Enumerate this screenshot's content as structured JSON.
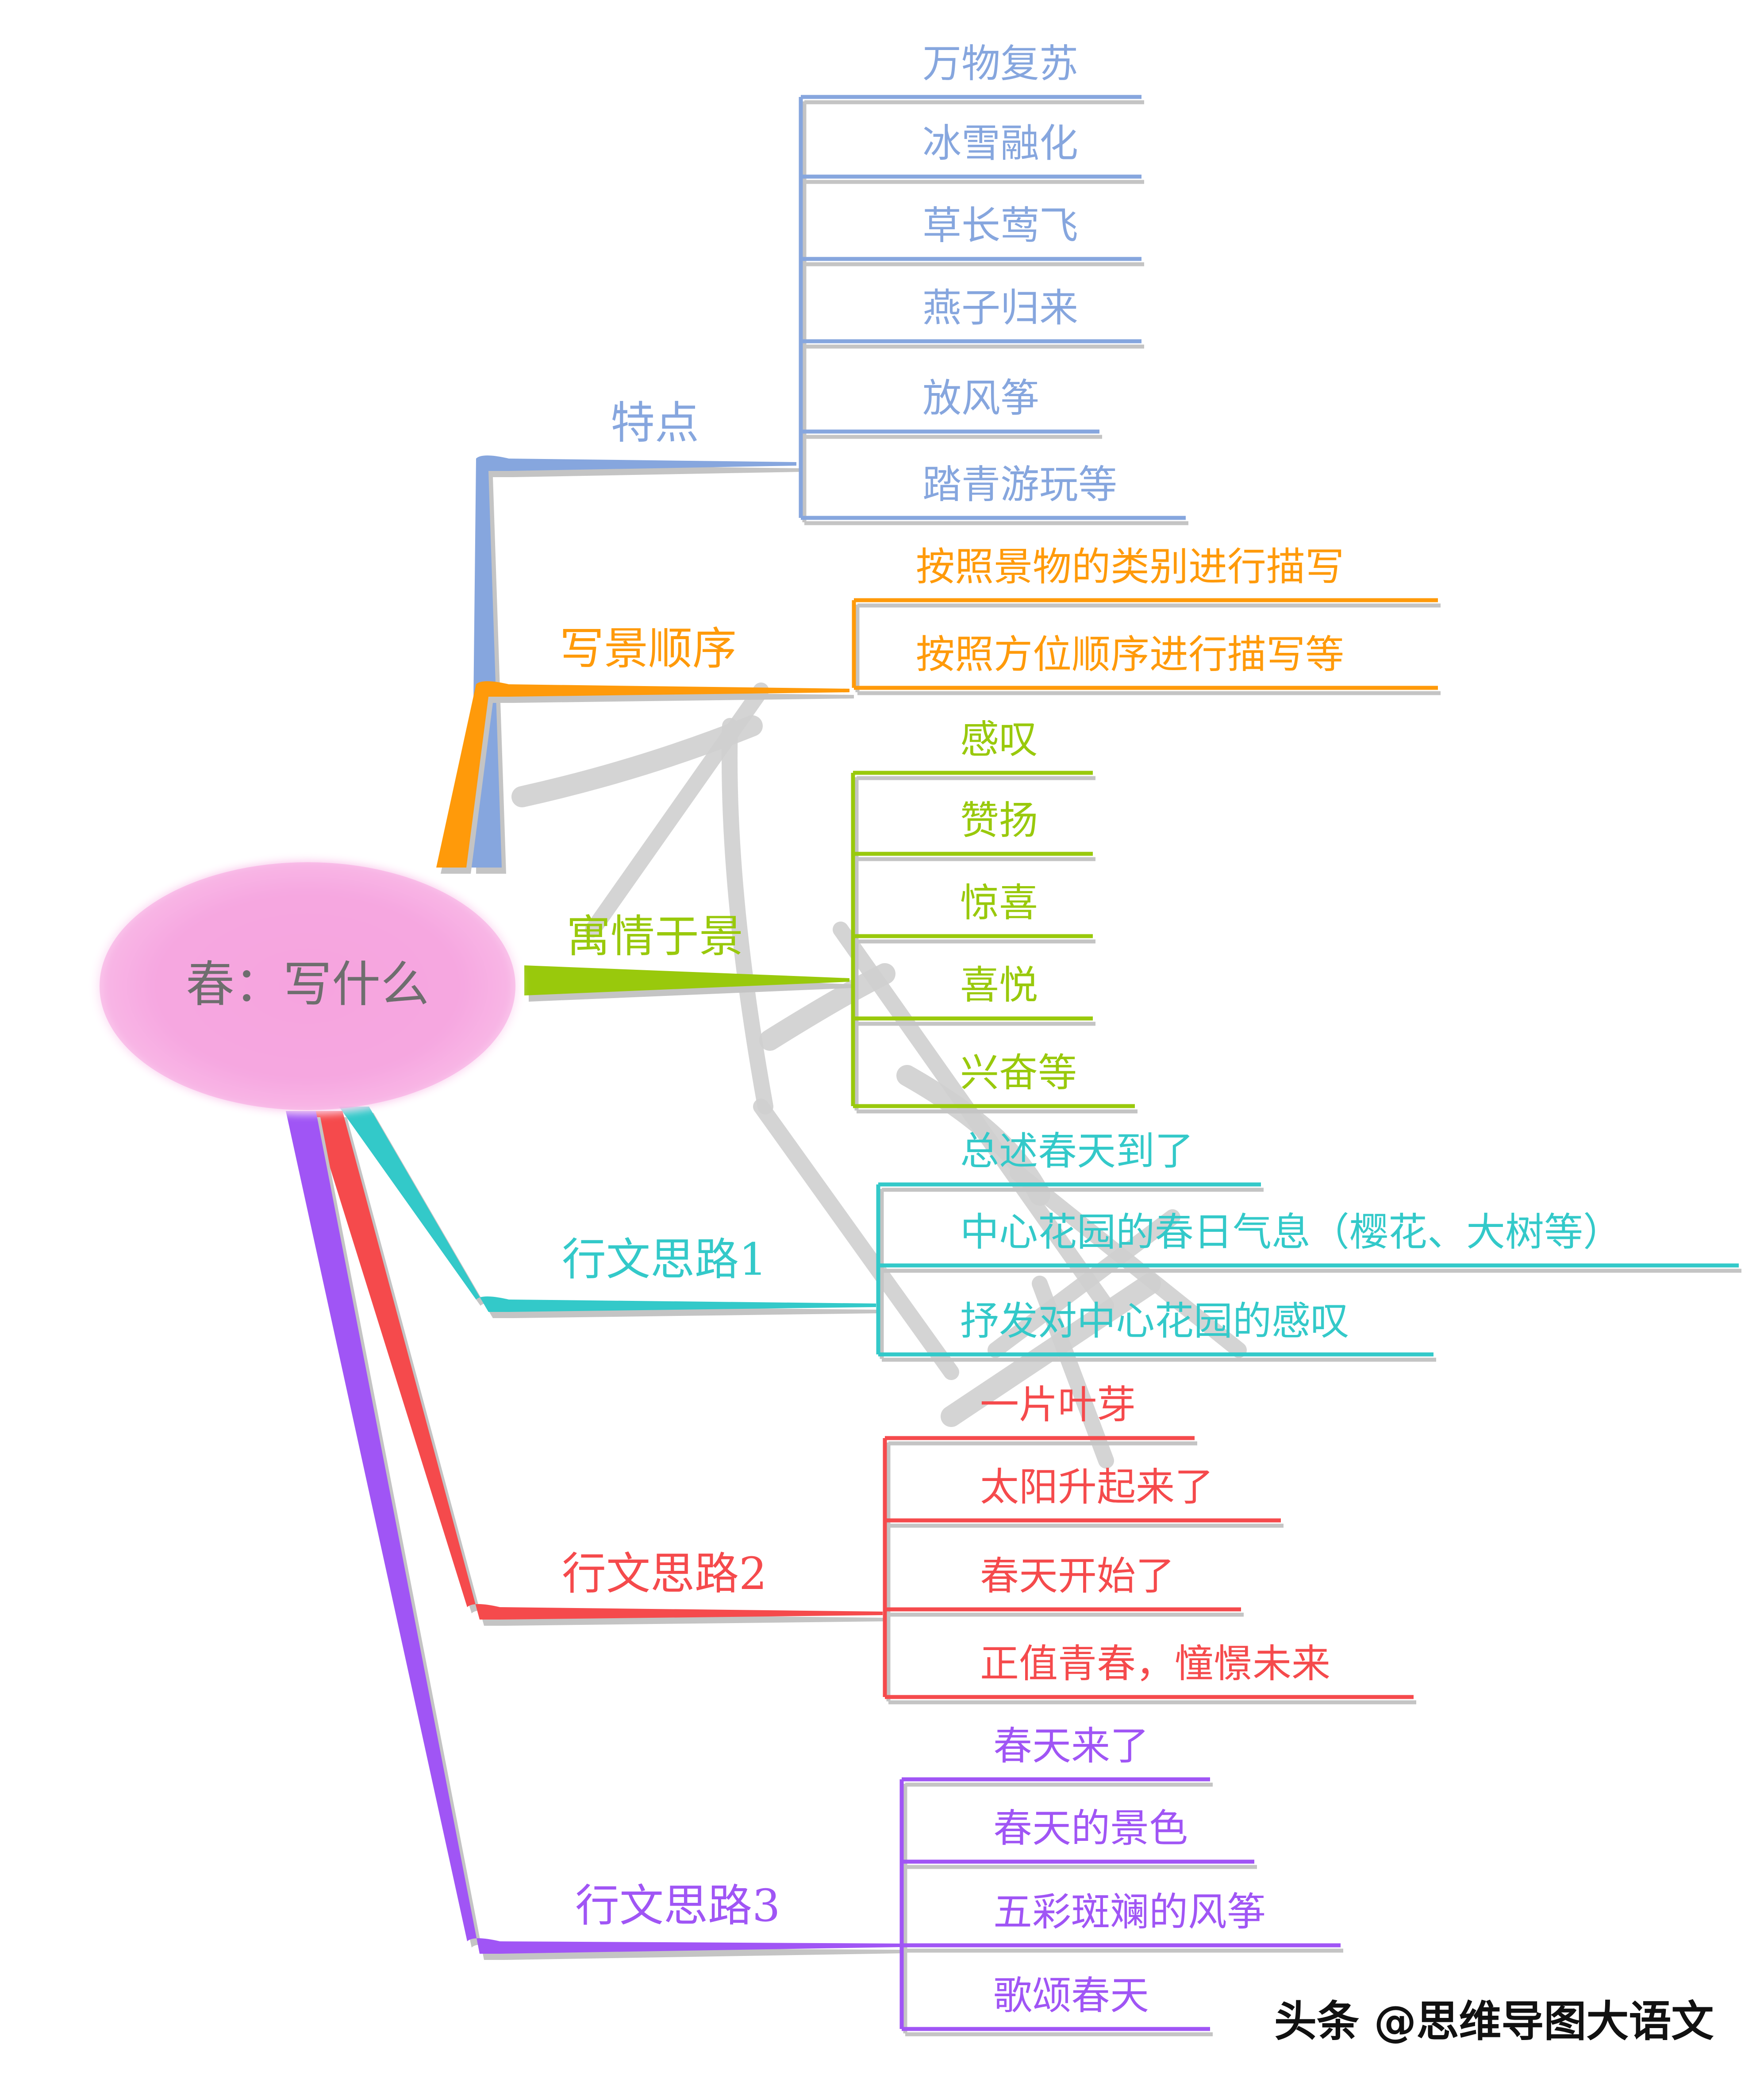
{
  "root": {
    "label": "春：写什么",
    "color": "#f7a8e2",
    "text_color": "#6e6e6e"
  },
  "branches": [
    {
      "label": "特点",
      "color": "#86a6de",
      "children": [
        "万物复苏",
        "冰雪融化",
        "草长莺飞",
        "燕子归来",
        "放风筝",
        "踏青游玩等"
      ]
    },
    {
      "label": "写景顺序",
      "color": "#ff9a0a",
      "children": [
        "按照景物的类别进行描写",
        "按照方位顺序进行描写等"
      ]
    },
    {
      "label": "寓情于景",
      "color": "#99c90c",
      "children": [
        "感叹",
        "赞扬",
        "惊喜",
        "喜悦",
        "兴奋等"
      ]
    },
    {
      "label": "行文思路1",
      "color": "#33c9c9",
      "children": [
        "总述春天到了",
        "中心花园的春日气息（樱花、大树等）",
        "抒发对中心花园的感叹"
      ]
    },
    {
      "label": "行文思路2",
      "color": "#f54a4c",
      "children": [
        "一片叶芽",
        "太阳升起来了",
        "春天开始了",
        "正值青春，憧憬未来"
      ]
    },
    {
      "label": "行文思路3",
      "color": "#a055f5",
      "children": [
        "春天来了",
        "春天的景色",
        "五彩斑斓的风筝",
        "歌颂春天"
      ]
    }
  ],
  "watermark": {
    "text": "头条 @思维导图大语文",
    "color": "#111111"
  },
  "shadow_color": "#c4c4c4",
  "background_watermark_color": "#cfcfcf"
}
